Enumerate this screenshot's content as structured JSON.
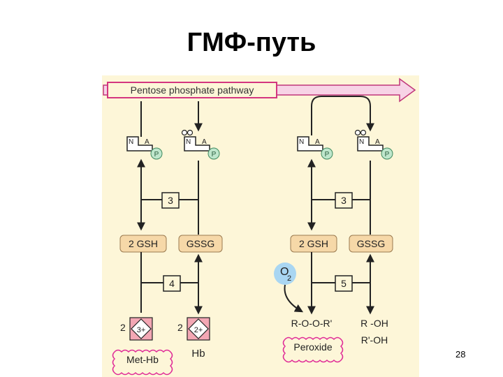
{
  "slide": {
    "title": "ГМФ-путь",
    "page_number": "28"
  },
  "diagram": {
    "pathway_label": "Pentose phosphate pathway",
    "nadp_letters": {
      "n": "N",
      "a": "A",
      "p": "P"
    },
    "left_panel": {
      "step_3": "3",
      "step_4": "4",
      "gsh": "2 GSH",
      "gssg": "GSSG",
      "methb_coef": "2",
      "methb_charge": "3+",
      "hb_coef": "2",
      "hb_charge": "2+",
      "methb_label": "Met-Hb",
      "hb_label": "Hb"
    },
    "right_panel": {
      "step_3": "3",
      "step_5": "5",
      "gsh": "2 GSH",
      "gssg": "GSSG",
      "oxygen": "O",
      "oxygen_sub": "2",
      "rooR": "R-O-O-R'",
      "roh": "R -OH",
      "r2oh": "R'-OH",
      "peroxide_label": "Peroxide"
    },
    "colors": {
      "panel_background": "#fdf6d8",
      "pathway_arrow_fill": "#f7d3e6",
      "pathway_arrow_stroke": "#c0367a",
      "label_box_fill": "#fdf6d8",
      "label_box_stroke": "#d4367f",
      "metabolite_fill": "#f6d8a8",
      "metabolite_stroke": "#9a7a50",
      "phosphate_fill": "#bfe6cc",
      "phosphate_stroke": "#3e8a5e",
      "oxygen_fill": "#a9d6f2",
      "heme_fill": "#f3a7b4",
      "wavy_stroke": "#e02a97",
      "line": "#222222"
    }
  }
}
